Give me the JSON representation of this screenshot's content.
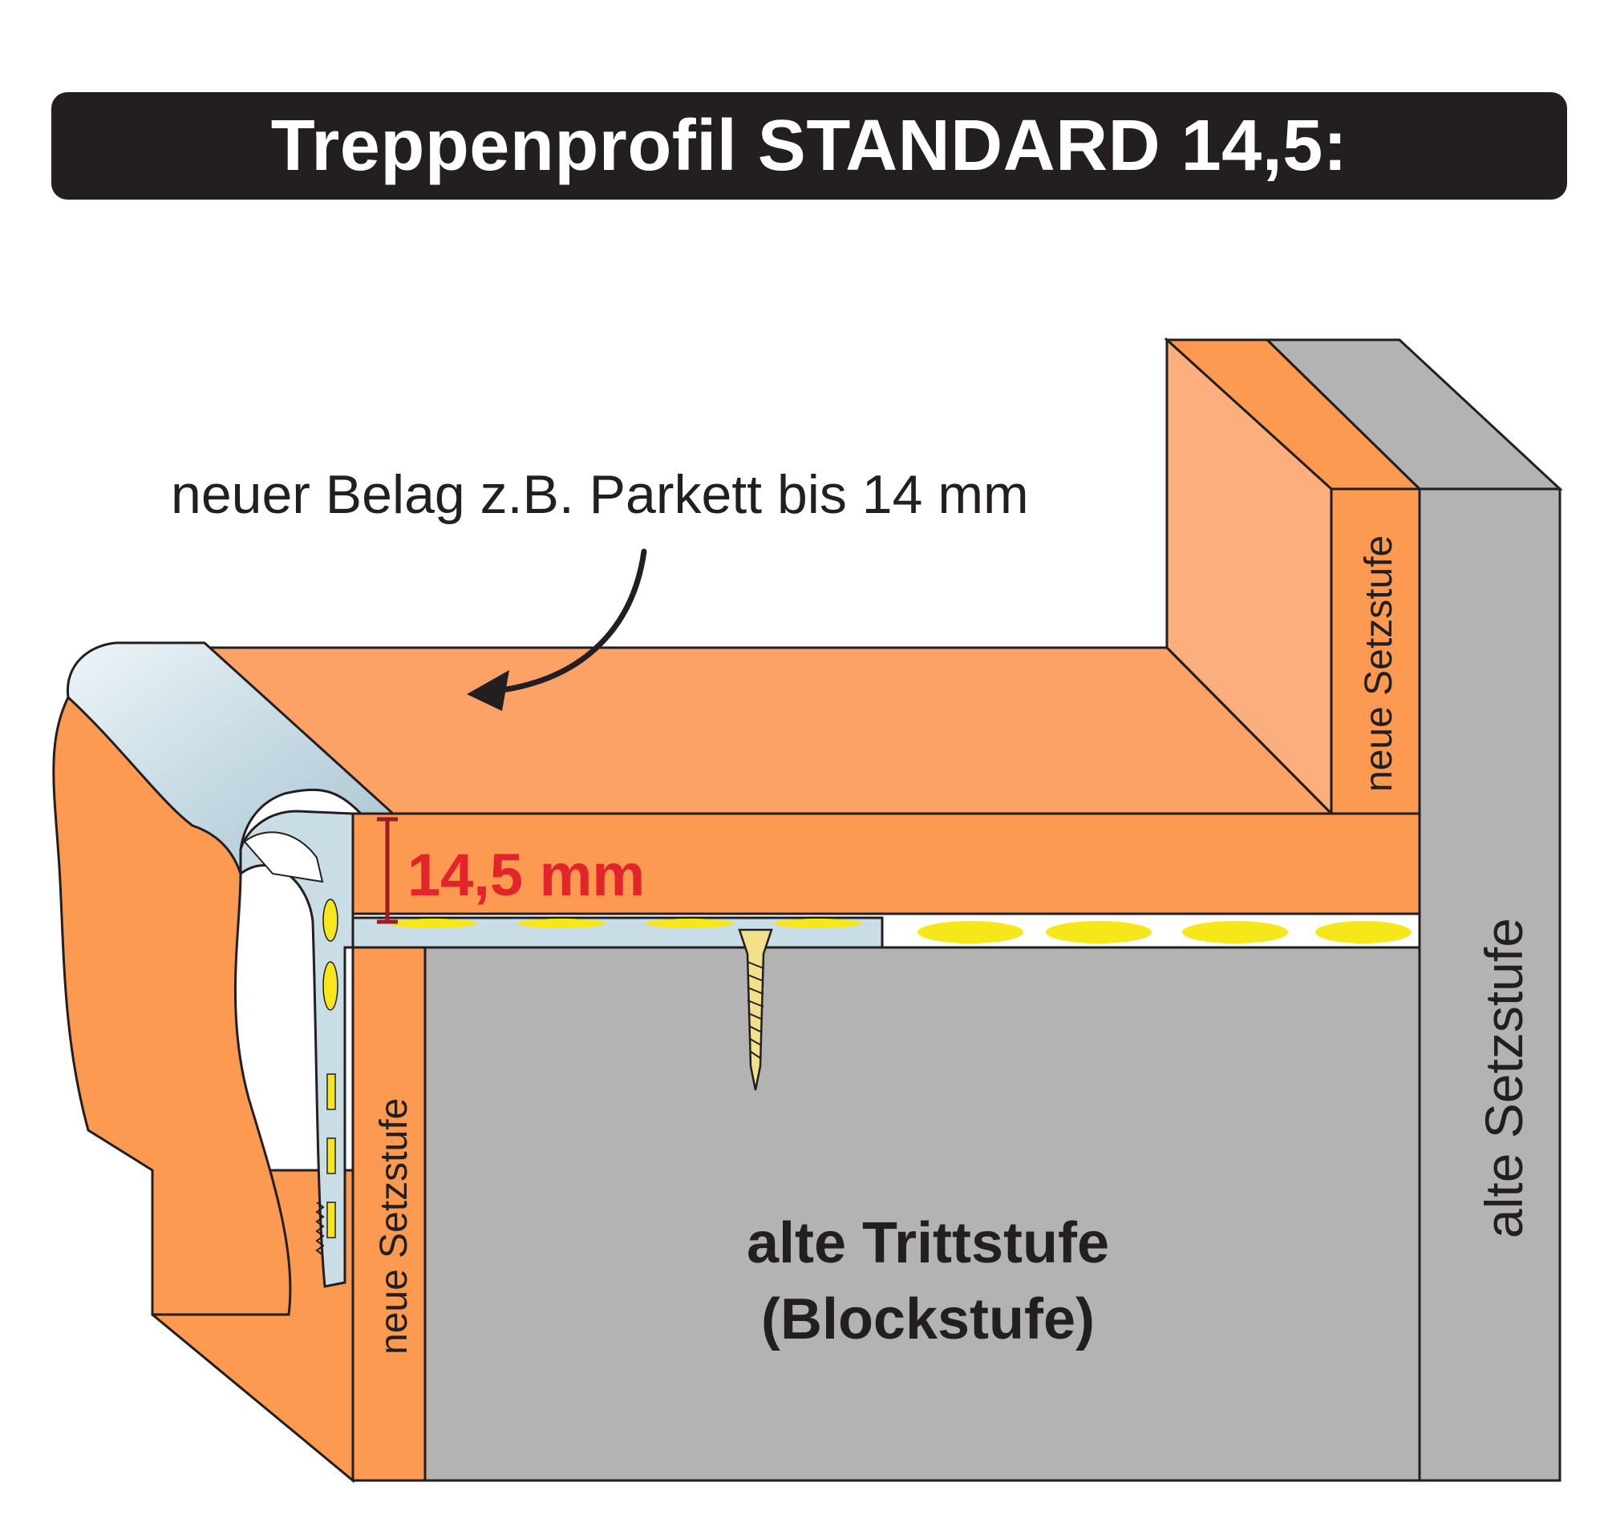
{
  "title": "Treppenprofil STANDARD 14,5:",
  "labels": {
    "new_covering": "neuer Belag z.B. Parkett bis 14 mm",
    "measurement": "14,5 mm",
    "new_riser_upper": "neue Setzstufe",
    "new_riser_lower": "neue Setzstufe",
    "old_riser": "alte Setzstufe",
    "old_tread_line1": "alte Trittstufe",
    "old_tread_line2": "(Blockstufe)"
  },
  "colors": {
    "title_bg": "#231f20",
    "title_text": "#ffffff",
    "wood_front": "#fb9a50",
    "wood_top": "#fca266",
    "wood_light": "#fcae7d",
    "old_stone": "#b3b3b3",
    "outline": "#231f20",
    "glue": "#f6e71a",
    "profile_metal": "#c9dde6",
    "screw": "#f3e08a",
    "measurement_text": "#e3242b",
    "measurement_bar": "#9c1c22"
  }
}
